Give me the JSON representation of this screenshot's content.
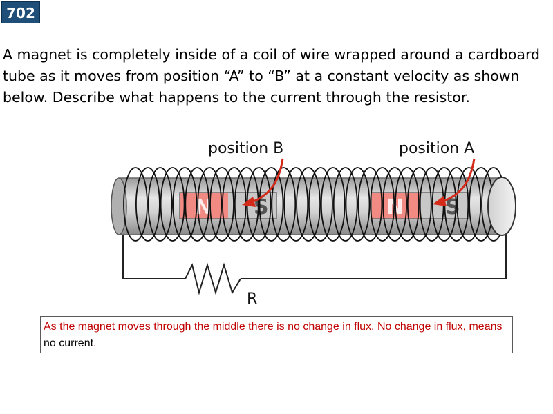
{
  "slide": {
    "number": "702",
    "question": "A magnet is completely inside of a coil of wire wrapped around a cardboard tube as it moves from position “A” to “B” at a constant velocity as shown below. Describe what happens to the current through the resistor."
  },
  "diagram": {
    "label_position_b": "position B",
    "label_position_a": "position A",
    "magnet_north": "N",
    "magnet_south": "S",
    "resistor_label": "R",
    "colors": {
      "arrow": "#d42a1a",
      "magnet_north": "#f08a82",
      "magnet_south": "#c8c8c8",
      "tube": "#c9c9c9",
      "coil": "#111111"
    }
  },
  "answer": {
    "part1": "As the magnet moves through the middle there is no change in flux. No change in flux, means ",
    "part2": "no current",
    "part3": "."
  }
}
